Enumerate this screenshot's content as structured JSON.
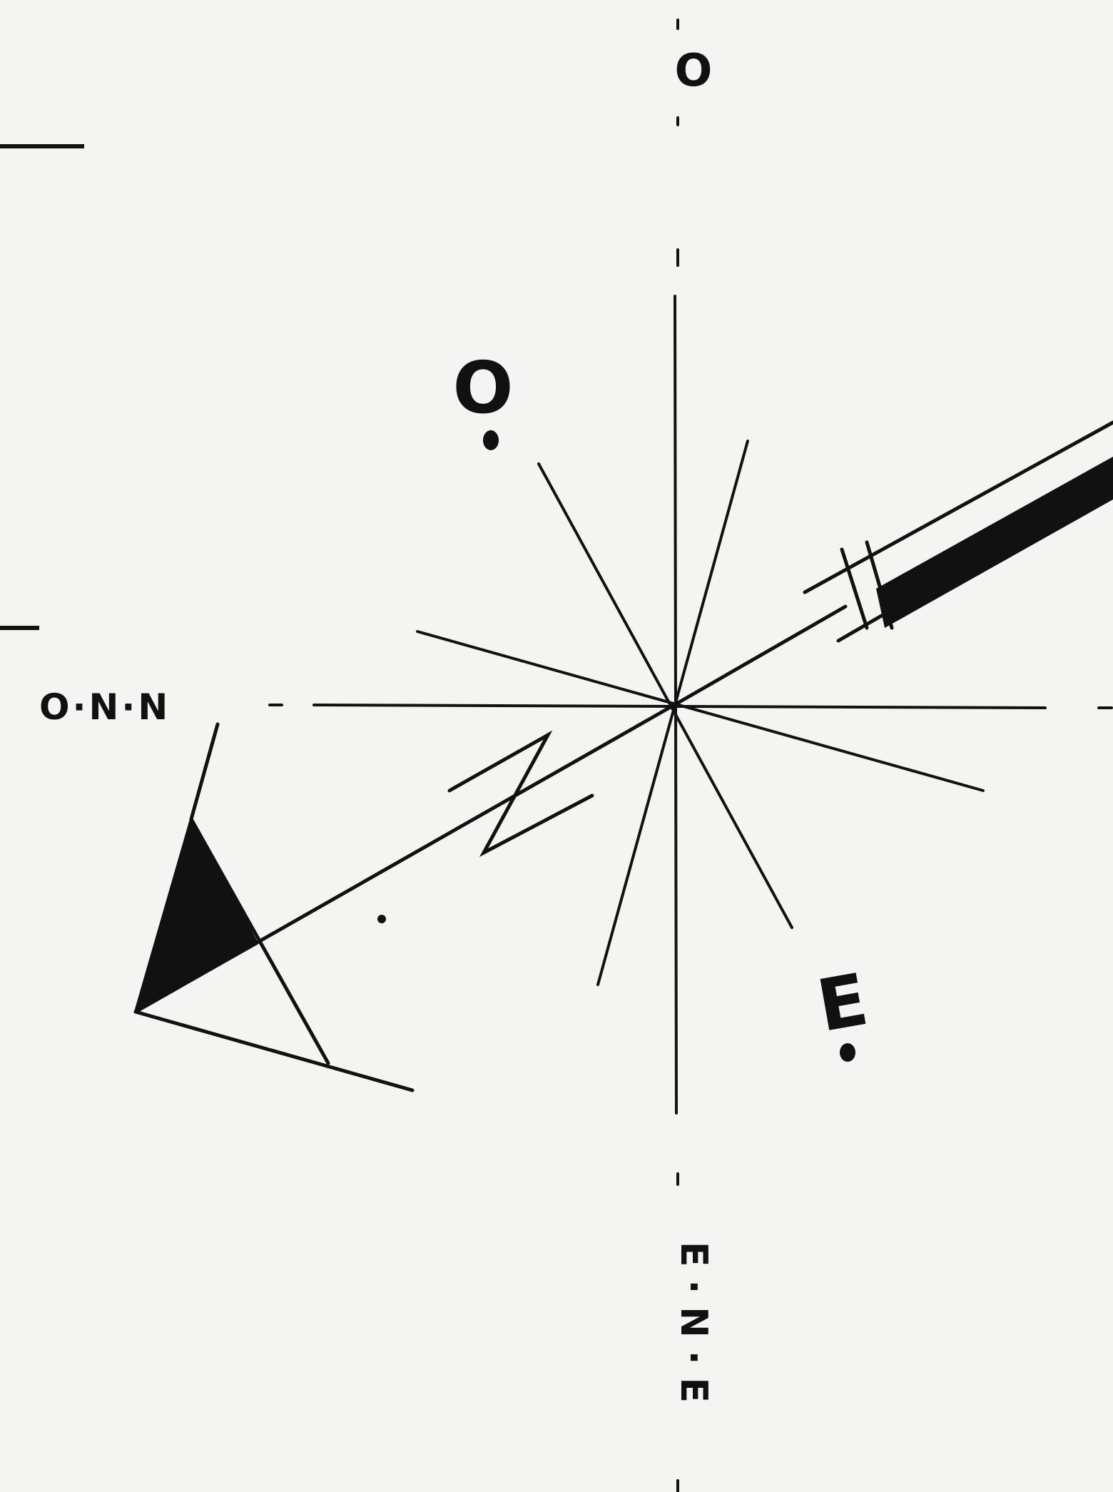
{
  "diagram": {
    "labels": {
      "top": "O",
      "west": "O·N·N",
      "bottom": "E·N·E",
      "nw": "O",
      "se": "E"
    }
  }
}
